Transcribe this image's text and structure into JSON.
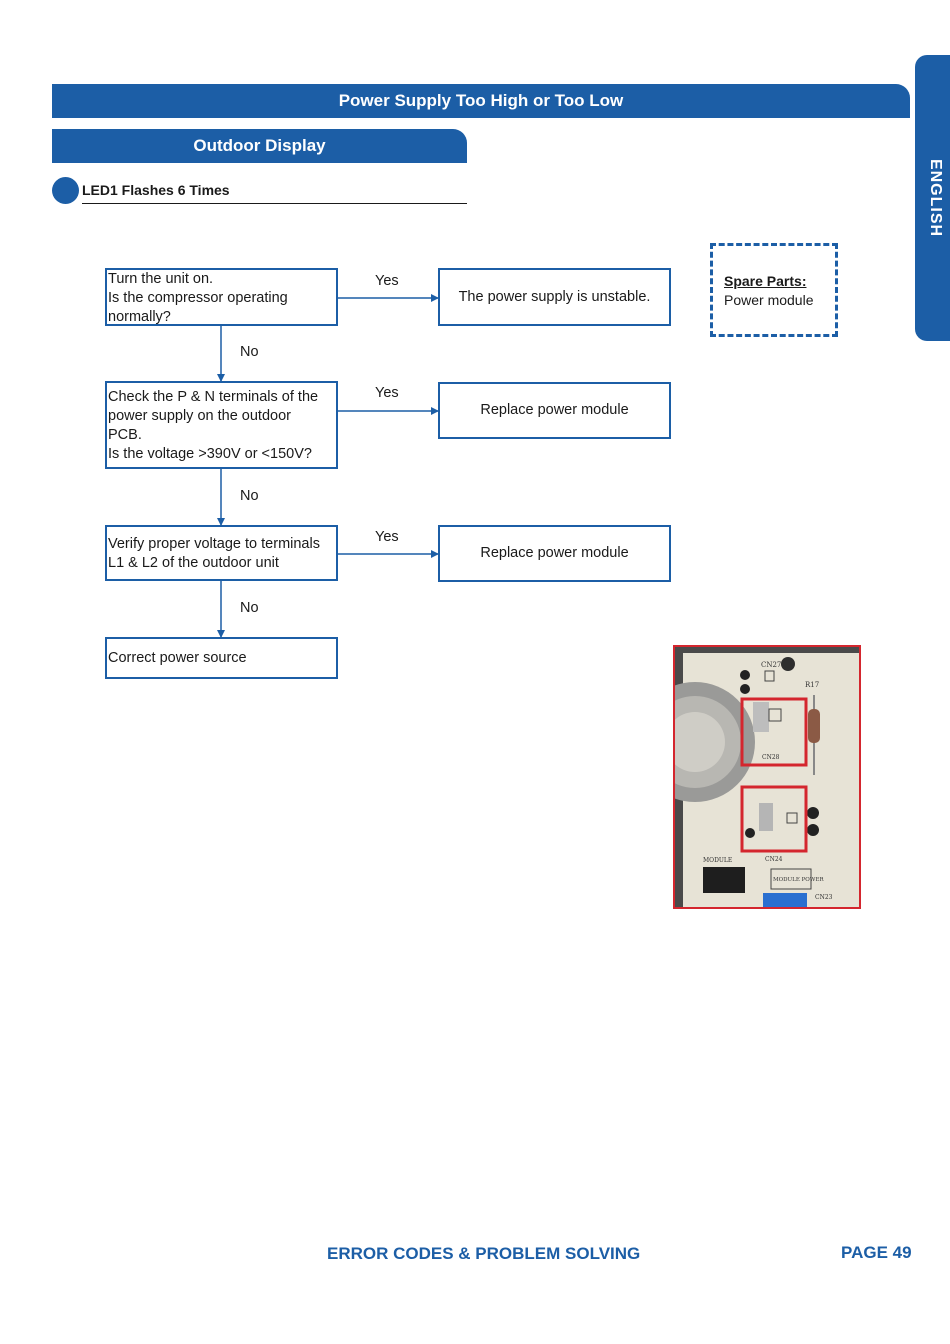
{
  "header": {
    "title": "Power Supply Too High or Too Low",
    "subtitle": "Outdoor Display",
    "side_tab": "ENGLISH"
  },
  "section": {
    "led_label": "LED1 Flashes 6 Times"
  },
  "flow": {
    "q1": [
      "Turn the unit on.",
      "Is the compressor operating",
      "normally?"
    ],
    "q2": [
      "Check the P & N terminals of the",
      "power supply on the outdoor",
      "PCB.",
      "Is the voltage >390V or <150V?"
    ],
    "q3": [
      "Verify proper voltage to terminals",
      "L1 & L2 of the outdoor unit"
    ],
    "q4": "Correct power source",
    "r1": "The power supply is unstable.",
    "r2": "Replace power module",
    "r3": "Replace power module",
    "yes": "Yes",
    "no": "No"
  },
  "spare_parts": {
    "title": "Spare Parts:",
    "item": "Power module"
  },
  "photo": {
    "labels": [
      "CN27",
      "R17",
      "CN28",
      "CN24",
      "MODULE POWER",
      "CN23",
      "MODULE"
    ]
  },
  "footer": {
    "title": "ERROR CODES & PROBLEM SOLVING",
    "page": "PAGE 49"
  },
  "colors": {
    "brand_blue": "#1c5ea6",
    "highlight_red": "#d4262e"
  }
}
